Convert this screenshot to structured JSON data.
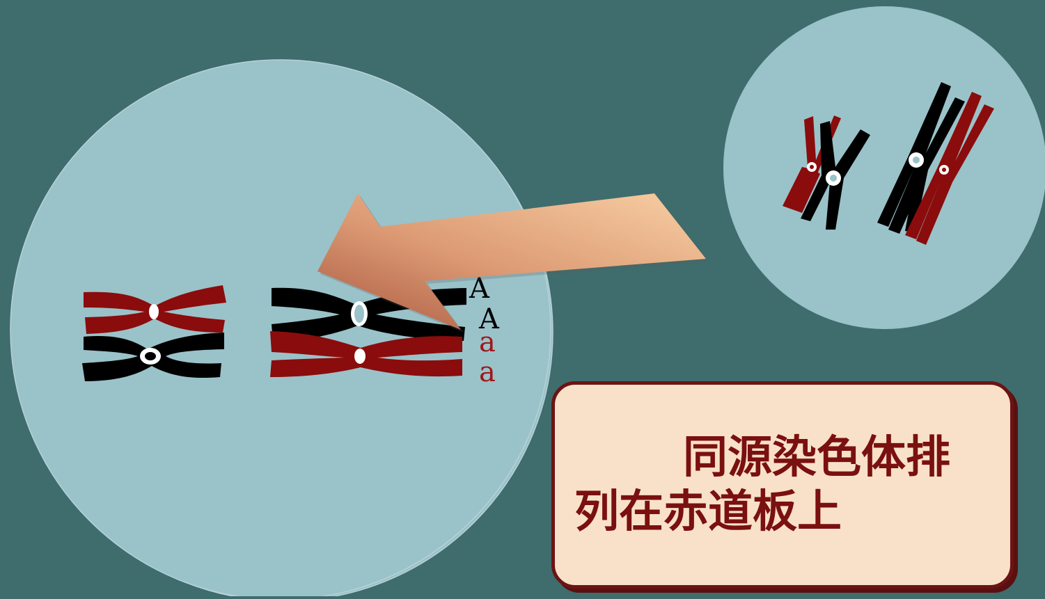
{
  "colors": {
    "background": "#3f6c6d",
    "cell_fill": "#9ac2c9",
    "chromosome_red": "#8b0c0c",
    "chromosome_black": "#000000",
    "centromere": "#ffffff",
    "arrow_light": "#f6c89a",
    "arrow_dark": "#b56a4e",
    "caption_fill": "#f8e1c8",
    "caption_border": "#6b1414",
    "caption_text": "#7a1010"
  },
  "gene_labels": {
    "upper_1": "A",
    "upper_2": "A",
    "lower_1": "a",
    "lower_2": "a"
  },
  "caption": {
    "text": "同源染色体排列在赤道板上"
  }
}
